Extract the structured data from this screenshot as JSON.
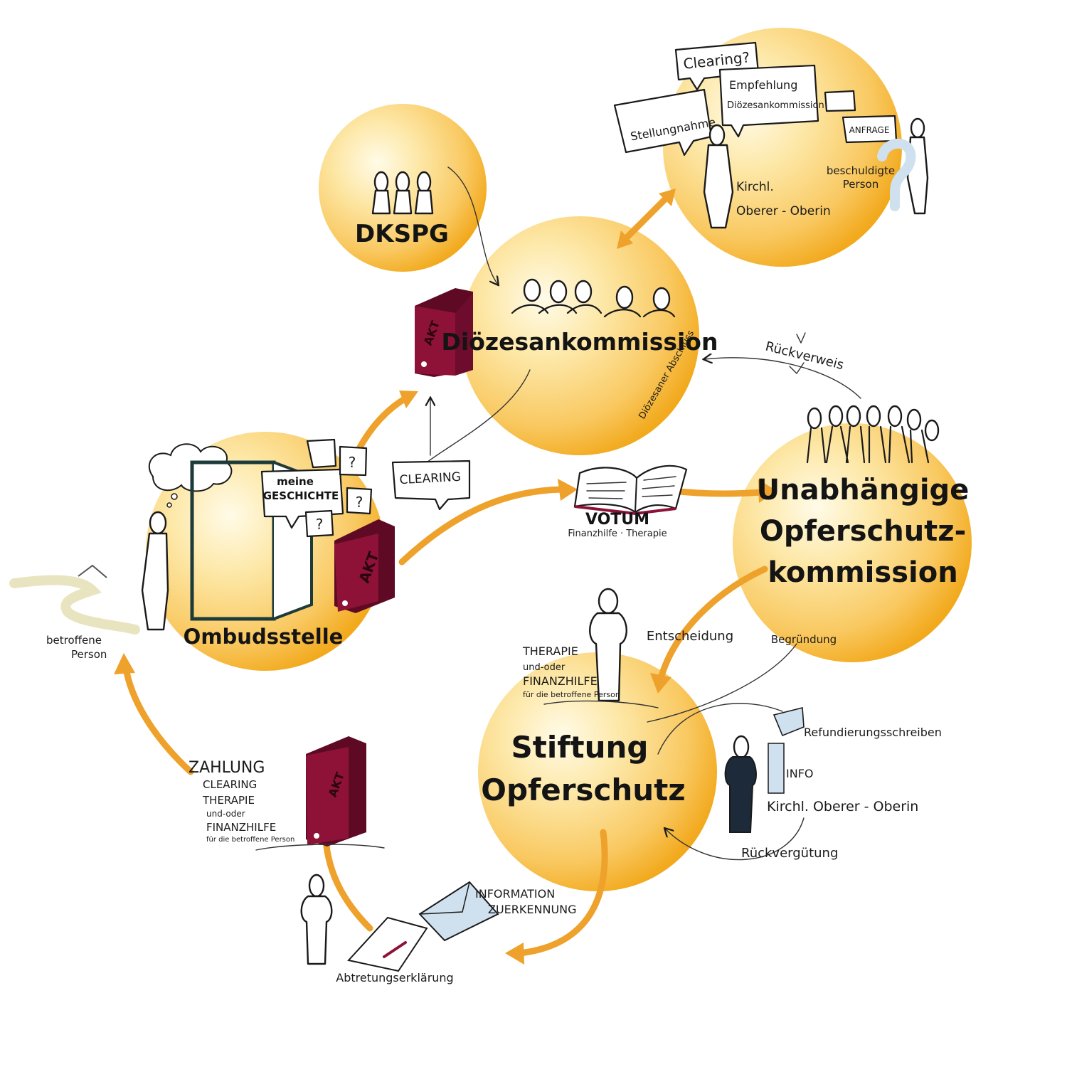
{
  "nodes": {
    "dkspg": "DKSPG",
    "dioezesankommission": "Diözesankommission",
    "unabhaengige_line1": "Unabhängige",
    "unabhaengige_line2": "Opferschutz-",
    "unabhaengige_line3": "kommission",
    "ombudsstelle": "Ombudsstelle",
    "stiftung_line1": "Stiftung",
    "stiftung_line2": "Opferschutz"
  },
  "top_right": {
    "clearing_question": "Clearing?",
    "stellungnahme": "Stellungnahme",
    "empfehlung_line1": "Empfehlung",
    "empfehlung_line2": "Diözesankommission",
    "anfrage": "ANFRAGE",
    "beschuldigte_line1": "beschuldigte",
    "beschuldigte_line2": "Person",
    "kirchl_line1": "Kirchl.",
    "kirchl_line2": "Oberer - Oberin"
  },
  "labels": {
    "akt": "AKT",
    "meine_geschichte_line1": "meine",
    "meine_geschichte_line2": "GESCHICHTE",
    "clearing": "CLEARING",
    "votum": "VOTUM",
    "votum_sub": "Finanzhilfe · Therapie",
    "dioezesaner_abschluss": "Diözesaner Abschluss",
    "rueckverweis": "Rückverweis",
    "entscheidung": "Entscheidung",
    "begruendung": "Begründung",
    "betroffene_line1": "betroffene",
    "betroffene_line2": "Person",
    "therapie_line1": "THERAPIE",
    "therapie_line2": "und-oder",
    "therapie_line3": "FINANZHILFE",
    "therapie_line4": "für die betroffene Person",
    "refundierung": "Refundierungsschreiben",
    "info": "INFO",
    "kirchl_oberer_oberin": "Kirchl. Oberer - Oberin",
    "rueckverguetung": "Rückvergütung",
    "zahlung": "ZAHLUNG",
    "zahlung_clearing": "CLEARING",
    "zahlung_therapie": "THERAPIE",
    "zahlung_undoder": "und-oder",
    "zahlung_finanzhilfe": "FINANZHILFE",
    "zahlung_fuer": "für die betroffene Person",
    "information_line1": "INFORMATION",
    "information_line2": "ZUERKENNUNG",
    "abtretung": "Abtretungserklärung",
    "question_mark": "?"
  },
  "colors": {
    "sphere_light": "#fffbe8",
    "sphere_mid": "#fcd67b",
    "sphere_dark": "#f2a91c",
    "arrow": "#eea12b",
    "binder": "#8e1238",
    "binder_dark": "#5e0a24",
    "ink": "#1a1a1a",
    "envelope": "#cfe0ef"
  },
  "icons": {
    "person": "standing-person-icon",
    "group": "group-of-people-icon",
    "binder": "akt-binder-icon",
    "book": "open-book-icon",
    "envelope": "envelope-icon",
    "question": "question-mark-icon",
    "cloud": "thought-cloud-icon",
    "road": "road-icon",
    "info": "info-icon"
  }
}
